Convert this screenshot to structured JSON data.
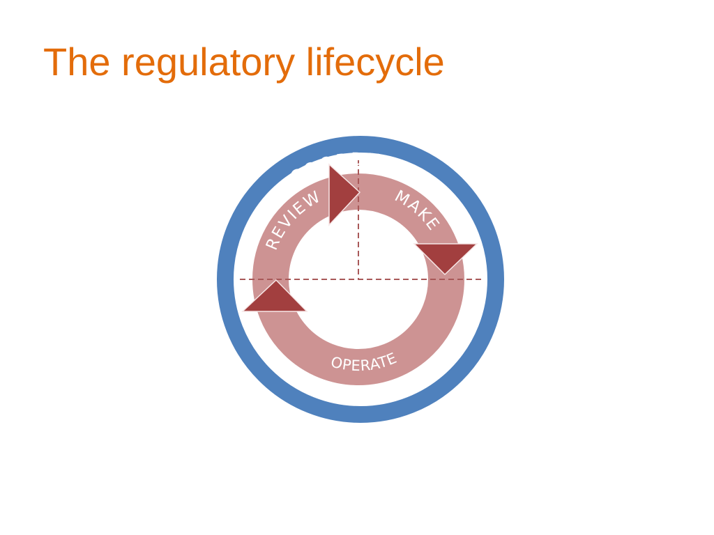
{
  "slide": {
    "title": "The regulatory lifecycle"
  },
  "diagram": {
    "outer_label": "COORDINATE",
    "stage_labels": {
      "make": "MAKE",
      "operate": "OPERATE",
      "review": "REVIEW"
    },
    "colors": {
      "title": "#E36C0A",
      "outer_ring": "#4F81BD",
      "inner_ring": "#CD9393",
      "arrow": "#A23F3F",
      "crosshair": "#A85858"
    }
  }
}
